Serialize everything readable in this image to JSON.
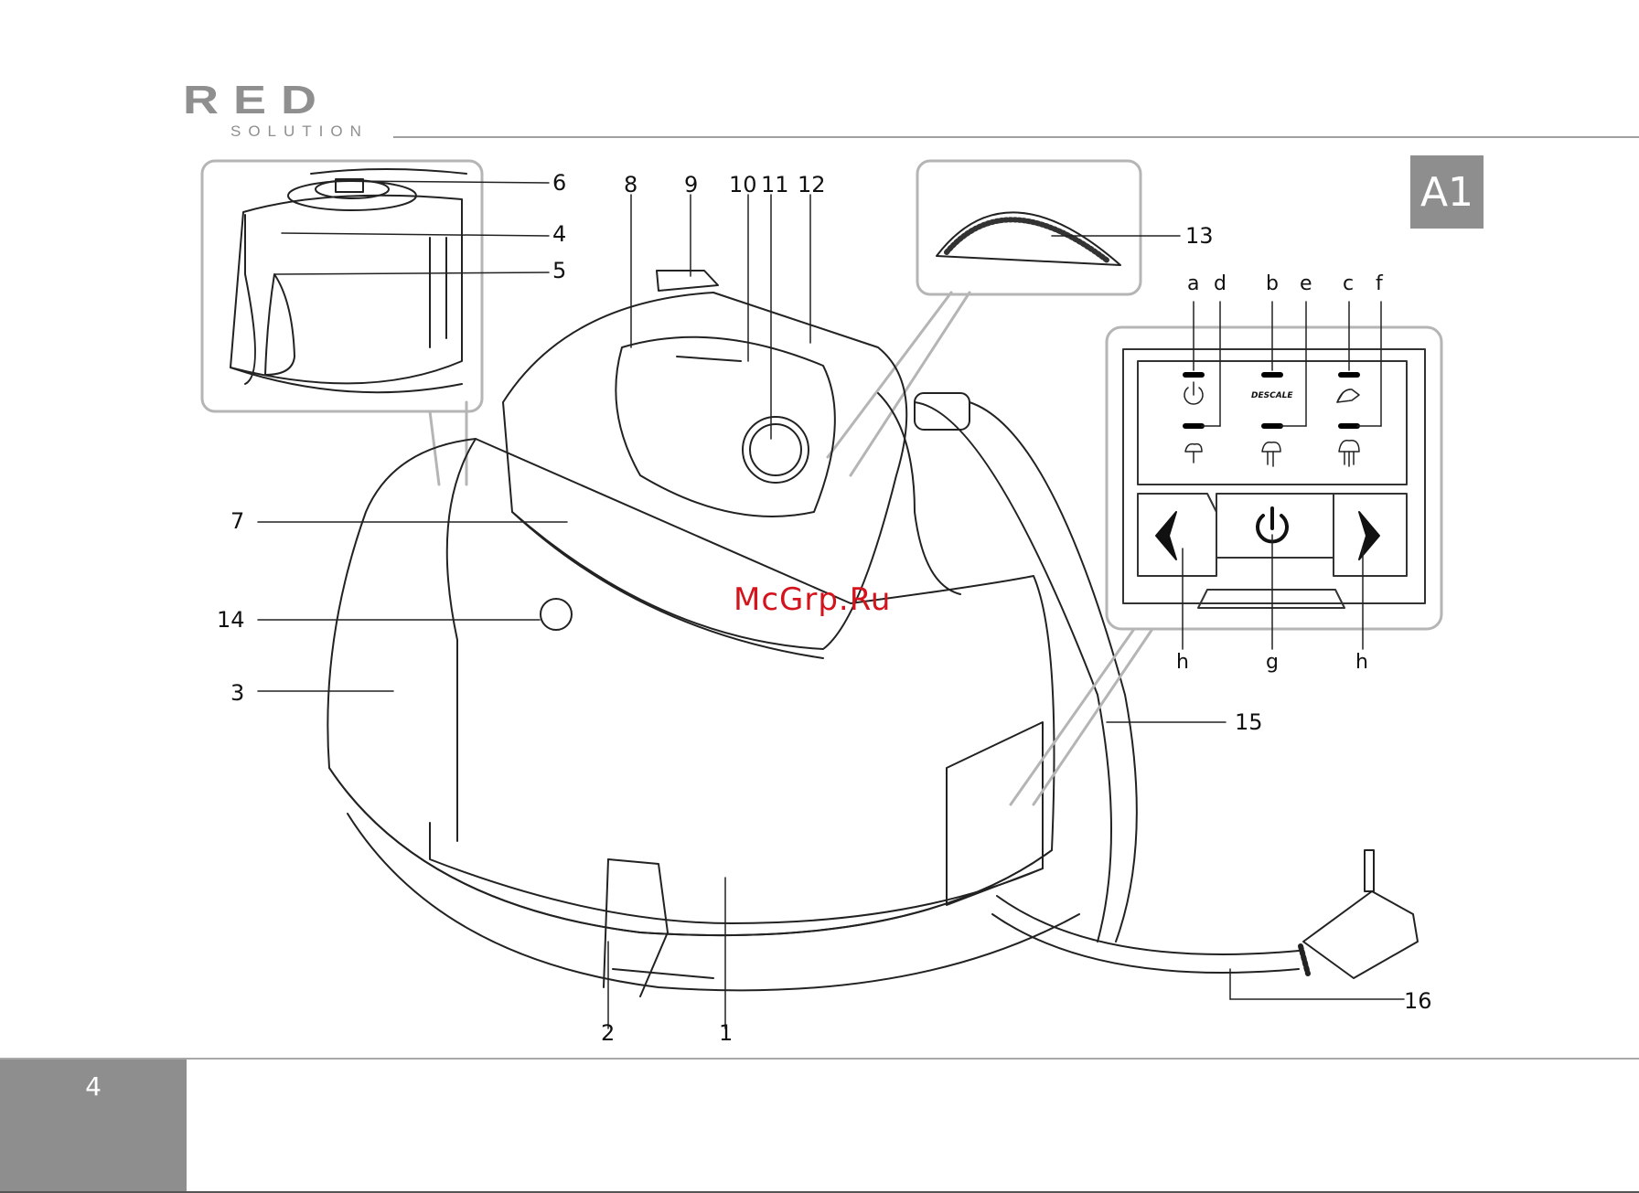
{
  "brand": {
    "name": "RED",
    "sub": "SOLUTION"
  },
  "figure_id": "A1",
  "page_number": "4",
  "watermark": "McGrp.Ru",
  "callouts": {
    "n1": "1",
    "n2": "2",
    "n3": "3",
    "n4": "4",
    "n5": "5",
    "n6": "6",
    "n7": "7",
    "n8": "8",
    "n9": "9",
    "n10": "10",
    "n11": "11",
    "n12": "12",
    "n13": "13",
    "n14": "14",
    "n15": "15",
    "n16": "16"
  },
  "panel_letters": {
    "a": "a",
    "b": "b",
    "c": "c",
    "d": "d",
    "e": "e",
    "f": "f",
    "g": "g",
    "h_left": "h",
    "h_right": "h"
  },
  "panel_text": {
    "descale": "DESCALE"
  },
  "icons": [
    "power-icon",
    "descale-indicator",
    "water-refill-icon",
    "steam-low-icon",
    "steam-mid-icon",
    "steam-high-icon",
    "left-arrow-icon",
    "right-arrow-icon"
  ],
  "colors": {
    "gray": "#8e8e8e",
    "watermark": "#d4141c"
  }
}
